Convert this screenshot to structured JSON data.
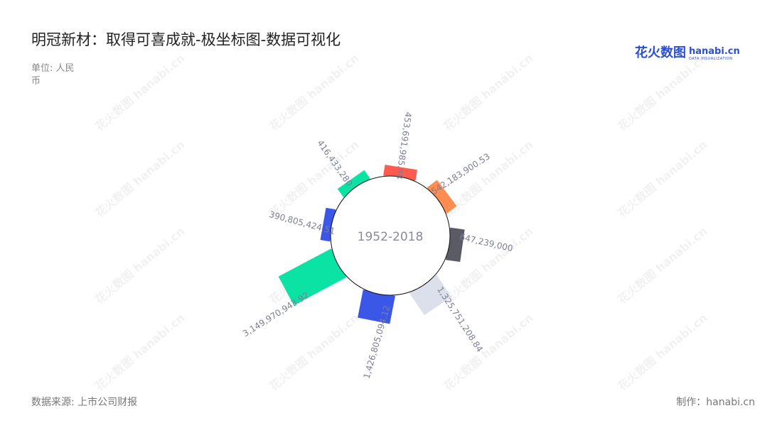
{
  "title": "明冠新材：取得可喜成就-极坐标图-数据可视化",
  "unit": "单位: 人民币",
  "source": "数据来源: 上市公司财报",
  "credit": "制作：hanabi.cn",
  "logo": {
    "cn": "花火数图",
    "en": "hanabi.cn",
    "sub": "DATA VISUALIZATION"
  },
  "chart_data": {
    "type": "bar",
    "coordinate": "polar",
    "center_label": "1952-2018",
    "grid": false,
    "legend": "none",
    "labels": [
      "453,691,985.48",
      "542,183,900.53",
      "647,239,000",
      "1,325,751,208.84",
      "1,426,805,094.12",
      "3,149,970,943.92",
      "390,805,424.51",
      "416,433,280"
    ],
    "values": [
      453691985.48,
      542183900.53,
      647239000,
      1325751208.84,
      1426805094.12,
      3149970943.92,
      390805424.51,
      416433280
    ],
    "colors": [
      "#ff5b4f",
      "#ff8c50",
      "#5b5b66",
      "#dce0ea",
      "#3a57e8",
      "#0ae3a4",
      "#3a57e8",
      "#0ae3a4"
    ]
  }
}
